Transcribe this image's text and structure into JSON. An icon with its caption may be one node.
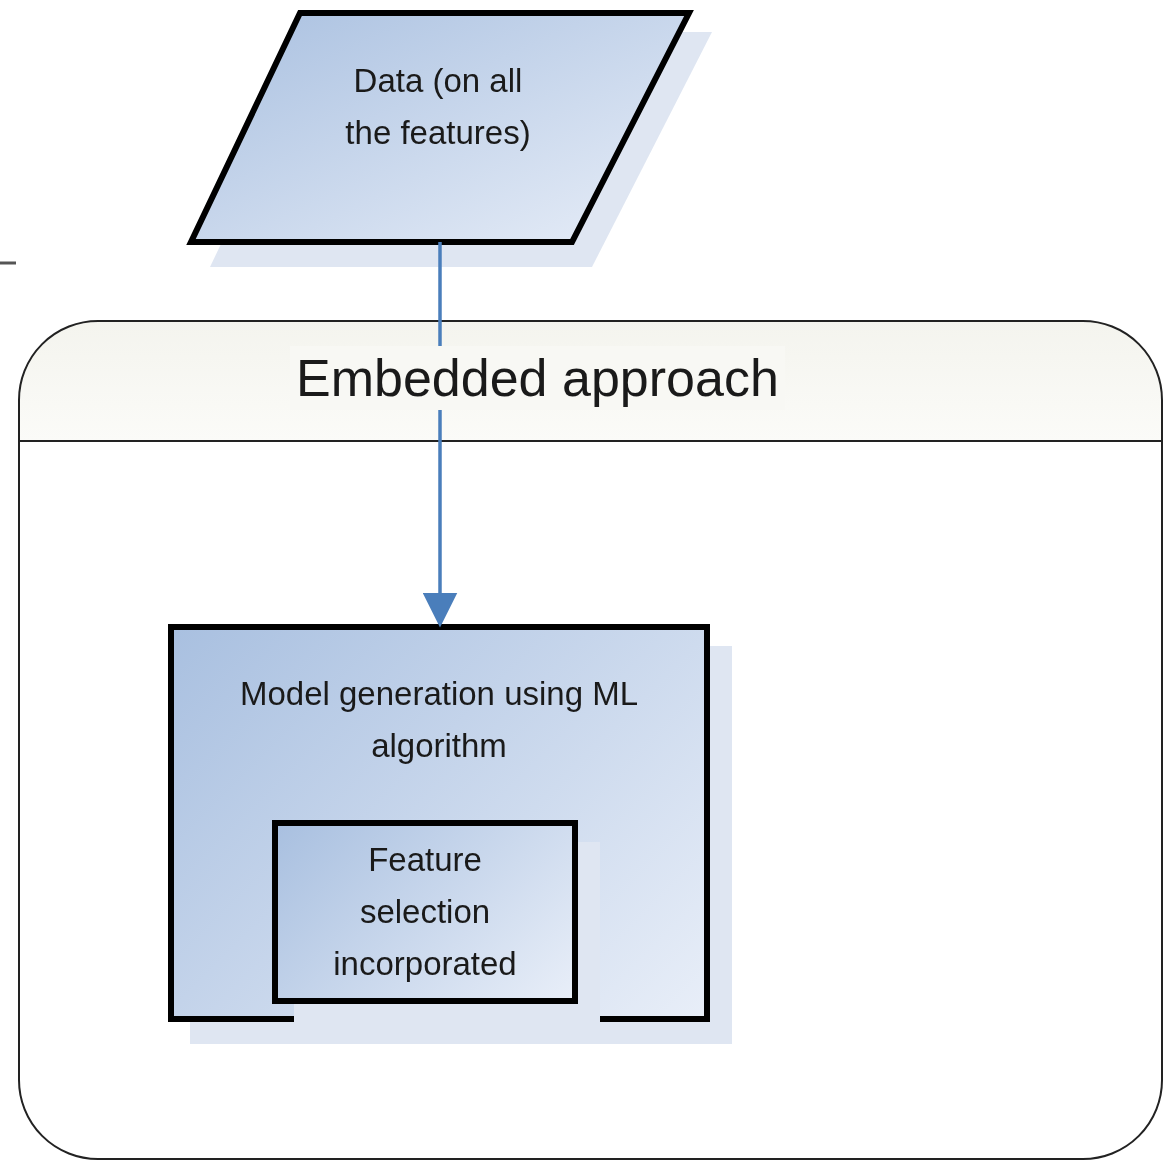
{
  "diagram": {
    "nodes": [
      {
        "text": [
          "Data (on all the features)"
        ]
      },
      {
        "text": [
          "Embedded approach"
        ]
      },
      {
        "text": [
          "Model generation using ML algorithm"
        ],
        "in": 1
      },
      {
        "text": [
          "Feature selection incorporated"
        ],
        "in": 2
      }
    ],
    "edges": [
      {
        "from": 0,
        "to": 2,
        "arrow": "to",
        "color": "#4a7ebb"
      }
    ]
  }
}
